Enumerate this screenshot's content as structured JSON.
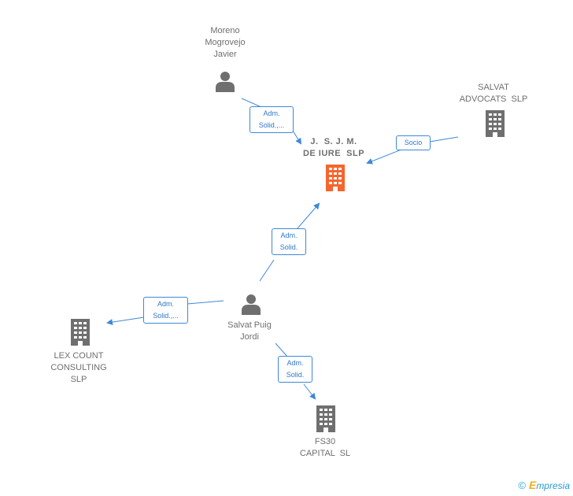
{
  "colors": {
    "edge": "#3f88d8",
    "person_icon": "#6f6f6f",
    "company_icon": "#6f6f6f",
    "focus_company_icon": "#f4662e",
    "label_text": "#6f6f6f"
  },
  "nodes": {
    "focus": {
      "lines": [
        "J.  S. J. M.",
        "DE IURE  SLP"
      ],
      "icon": "building-icon"
    },
    "moreno": {
      "lines": [
        "Moreno",
        "Mogrovejo",
        "Javier"
      ],
      "icon": "person-icon"
    },
    "salvat_advocats": {
      "lines": [
        "SALVAT",
        "ADVOCATS  SLP"
      ],
      "icon": "building-icon"
    },
    "salvat_puig": {
      "lines": [
        "Salvat Puig",
        "Jordi"
      ],
      "icon": "person-icon"
    },
    "lex_count": {
      "lines": [
        "LEX COUNT",
        "CONSULTING",
        "SLP"
      ],
      "icon": "building-icon"
    },
    "fs30": {
      "lines": [
        "FS30",
        "CAPITAL  SL"
      ],
      "icon": "building-icon"
    }
  },
  "edges": {
    "moreno_focus": {
      "lines": [
        "Adm.",
        "Solid.,..."
      ]
    },
    "advocats_focus": {
      "lines": [
        "Socio"
      ]
    },
    "puig_focus": {
      "lines": [
        "Adm.",
        "Solid."
      ]
    },
    "puig_lex": {
      "lines": [
        "Adm.",
        "Solid.,..."
      ]
    },
    "puig_fs30": {
      "lines": [
        "Adm.",
        "Solid."
      ]
    }
  },
  "brand": {
    "copyright": "©",
    "e": "E",
    "rest": "mpresia"
  }
}
